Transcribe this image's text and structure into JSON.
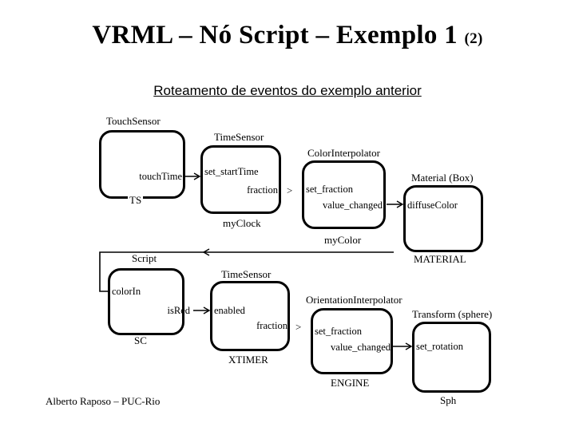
{
  "slide": {
    "title_main": "VRML – Nó Script – Exemplo 1",
    "title_suffix": "(2)",
    "subtitle": "Roteamento de eventos do exemplo anterior",
    "footer": "Alberto Raposo – PUC-Rio",
    "background_color": "#ffffff",
    "ink_color": "#000000"
  },
  "diagram": {
    "kind": "vrml-event-routing",
    "nodes": [
      {
        "id": "touchsensor",
        "type_label": "TouchSensor",
        "instance_label": "TS",
        "out_field": "touchTime",
        "in_field": ""
      },
      {
        "id": "myclock",
        "type_label": "TimeSensor",
        "instance_label": "myClock",
        "in_field": "set_startTime",
        "out_field": "fraction"
      },
      {
        "id": "mycolor",
        "type_label": "ColorInterpolator",
        "instance_label": "myColor",
        "in_field": "set_fraction",
        "out_field": "value_changed"
      },
      {
        "id": "material",
        "type_label": "Material (Box)",
        "instance_label": "MATERIAL",
        "in_field": "diffuseColor",
        "out_field": ""
      },
      {
        "id": "script",
        "type_label": "Script",
        "instance_label": "SC",
        "in_field": "colorIn",
        "out_field": "isRed"
      },
      {
        "id": "xtimer",
        "type_label": "TimeSensor",
        "instance_label": "XTIMER",
        "in_field": "enabled",
        "out_field": "fraction"
      },
      {
        "id": "engine",
        "type_label": "OrientationInterpolator",
        "instance_label": "ENGINE",
        "in_field": "set_fraction",
        "out_field": "value_changed"
      },
      {
        "id": "sph",
        "type_label": "Transform (sphere)",
        "instance_label": "Sph",
        "in_field": "set_rotation",
        "out_field": ""
      }
    ],
    "connector_glyph_top": ">",
    "connector_glyph_bottom": ">"
  }
}
